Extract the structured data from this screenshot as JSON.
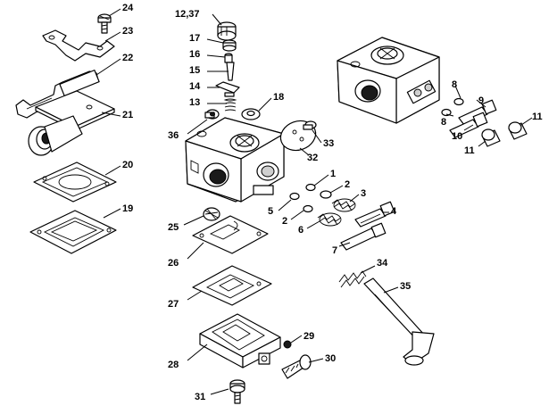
{
  "callouts": {
    "c1": "1",
    "c2a": "2",
    "c2b": "2",
    "c3": "3",
    "c4": "4",
    "c5": "5",
    "c6": "6",
    "c7": "7",
    "c8a": "8",
    "c8b": "8",
    "c9": "9",
    "c10": "10",
    "c11a": "11",
    "c11b": "11",
    "c12": "12,37",
    "c13": "13",
    "c14": "14",
    "c15": "15",
    "c16": "16",
    "c17": "17",
    "c18": "18",
    "c19": "19",
    "c20": "20",
    "c21": "21",
    "c22": "22",
    "c23": "23",
    "c24": "24",
    "c25": "25",
    "c26": "26",
    "c27": "27",
    "c28": "28",
    "c29": "29",
    "c30": "30",
    "c31": "31",
    "c32": "32",
    "c33": "33",
    "c34": "34",
    "c35": "35",
    "c36": "36"
  }
}
